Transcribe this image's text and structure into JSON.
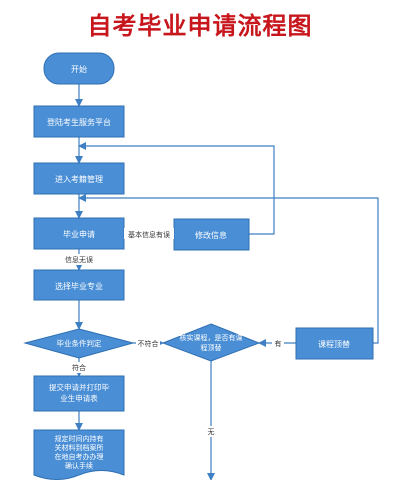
{
  "title": "自考毕业申请流程图",
  "colors": {
    "title": "#c8161d",
    "node_fill": "#4a8fd6",
    "node_stroke": "#2f6fb3",
    "connector": "#3f7fc4",
    "label_bg": "#ffffff",
    "label_text": "#333333"
  },
  "nodes": {
    "start": "开始",
    "login": "登陆考生服务平台",
    "exam_mgmt": "进入考籍管理",
    "apply": "毕业申请",
    "edit_info": "修改信息",
    "choose_major": "选择毕业专业",
    "judge": "毕业条件判定",
    "verify_line1": "核实课程，是否有课",
    "verify_line2": "程顶替",
    "course_sub": "课程顶替",
    "submit_line1": "提交申请并打印毕",
    "submit_line2": "业生申请表",
    "final_line1": "规定时间内持有",
    "final_line2": "关材料到档案所",
    "final_line3": "在地自考办办理",
    "final_line4": "确认手续"
  },
  "edge_labels": {
    "info_error": "基本信息有误",
    "info_ok": "信息无误",
    "not_met": "不符合",
    "met": "符合",
    "has": "有",
    "none": "无"
  }
}
